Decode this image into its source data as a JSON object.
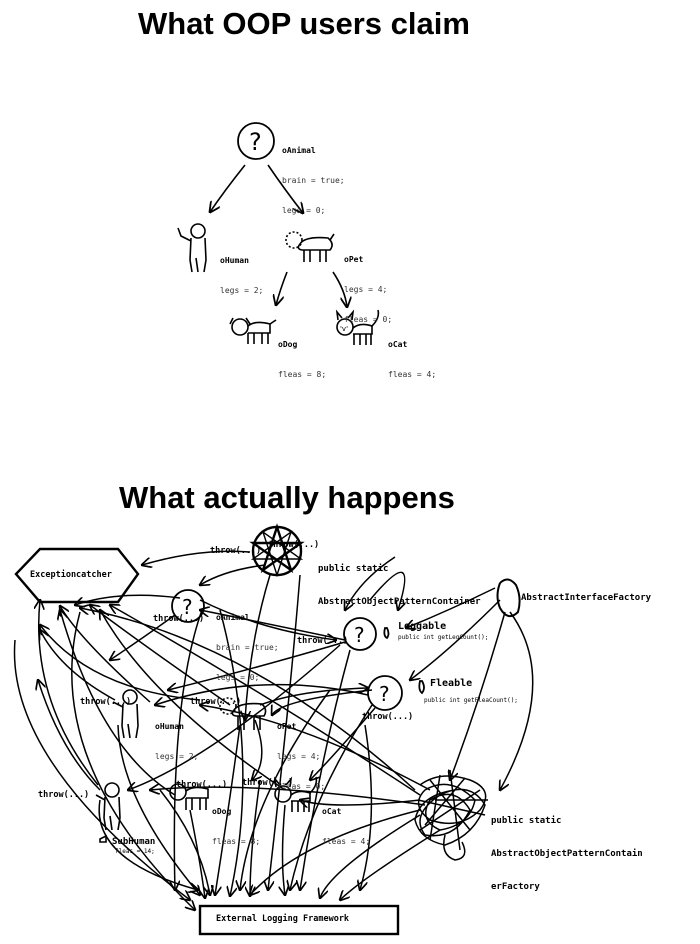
{
  "panel_top": {
    "title": "What OOP users claim",
    "animal": {
      "name": "oAnimal",
      "props": [
        "brain = true;",
        "legs = 0;"
      ],
      "icon": "question-mark-icon"
    },
    "human": {
      "name": "oHuman",
      "props": [
        "legs = 2;"
      ],
      "icon": "stick-figure-icon"
    },
    "pet": {
      "name": "oPet",
      "props": [
        "legs = 4;",
        "fleas = 0;"
      ],
      "icon": "generic-pet-icon"
    },
    "dog": {
      "name": "oDog",
      "props": [
        "fleas = 8;"
      ],
      "icon": "dog-icon"
    },
    "cat": {
      "name": "oCat",
      "props": [
        "fleas = 4;"
      ],
      "icon": "cat-icon"
    }
  },
  "panel_bottom": {
    "title": "What actually happens",
    "exceptioncatcher": "Exceptioncatcher",
    "pattern_container": [
      "public static",
      "AbstractObjectPatternContainer"
    ],
    "interface_factory": "AbstractInterfaceFactory",
    "leggable": {
      "name": "Leggable",
      "method": "public int getLegCount();"
    },
    "fleable": {
      "name": "Fleable",
      "method": "public int getFleaCount();"
    },
    "pattern_container_factory": [
      "public static",
      "AbstractObjectPatternContain",
      "erFactory"
    ],
    "logging": "External Logging Framework",
    "subhuman": {
      "name": "SubHuman",
      "props": [
        "fleas = 14;"
      ]
    },
    "animal": {
      "name": "oAnimal",
      "props": [
        "brain = true;",
        "legs = 0;"
      ]
    },
    "human": {
      "name": "oHuman",
      "props": [
        "legs = 2;"
      ]
    },
    "pet": {
      "name": "oPet",
      "props": [
        "legs = 4;",
        "fleas = 0;"
      ]
    },
    "dog": {
      "name": "oDog",
      "props": [
        "fleas = 8;"
      ]
    },
    "cat": {
      "name": "oCat",
      "props": [
        "fleas = 4;"
      ]
    },
    "throws": {
      "t1": "throw(...)",
      "t2": "throw(...)",
      "t3": "throw(...)",
      "t4": "throw(...)",
      "t5": "throw(...)",
      "t6": "throw(...)",
      "t7": "throw(...)",
      "t8": "throw(...)",
      "t9": "throw(...)",
      "t10": "throw(...)"
    }
  }
}
